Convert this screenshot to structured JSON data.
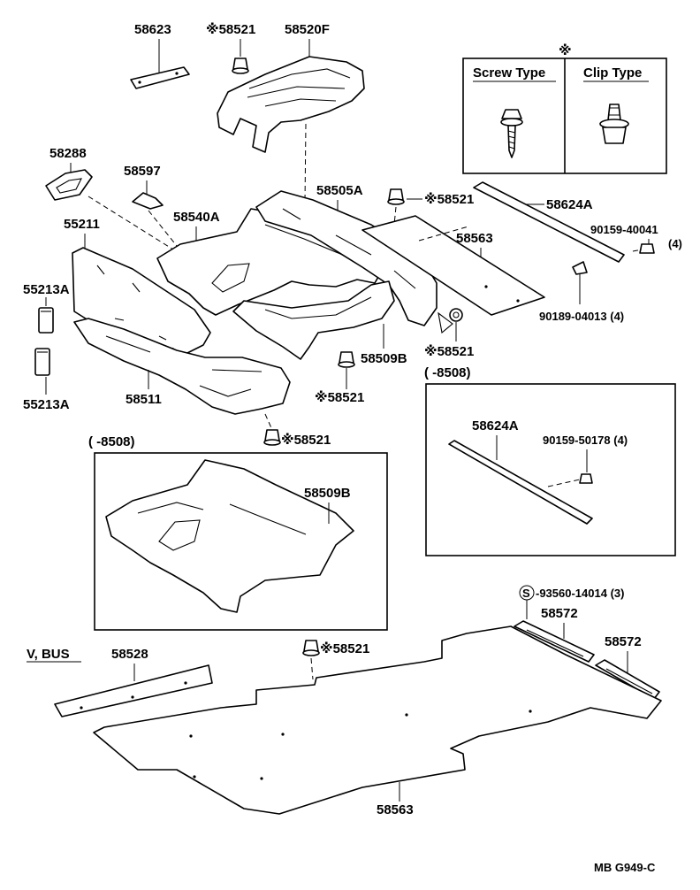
{
  "parts": {
    "p58623": "58623",
    "p58521_top": "※58521",
    "p58520F": "58520F",
    "p58288": "58288",
    "p58597": "58597",
    "p55211": "55211",
    "p58540A": "58540A",
    "p58505A": "58505A",
    "p58521_mid": "※58521",
    "p58624A_top": "58624A",
    "p90159_40041": "90159-40041",
    "p90159_40041_qty": "(4)",
    "p58563_top": "58563",
    "p90189_04013": "90189-04013 (4)",
    "p55213A_top": "55213A",
    "p55213A_bot": "55213A",
    "p58521_right": "※58521",
    "p58509B": "58509B",
    "p58511": "58511",
    "p58521_low": "※58521",
    "p58521_under": "※58521",
    "p58509B_inset": "58509B",
    "p58624A_inset": "58624A",
    "p90159_50178": "90159-50178 (4)",
    "p93560_14014": "-93560-14014 (3)",
    "p58572_a": "58572",
    "p58572_b": "58572",
    "p58528": "58528",
    "p58521_bottom": "※58521",
    "p58563_bottom": "58563"
  },
  "legend": {
    "mark": "※",
    "screw_type": "Screw Type",
    "clip_type": "Clip Type"
  },
  "insets": {
    "left_range": "(      -8508)",
    "right_range": "(      -8508)"
  },
  "variant": "V, BUS",
  "s_mark": "S",
  "figure_code": "MB G949-C"
}
